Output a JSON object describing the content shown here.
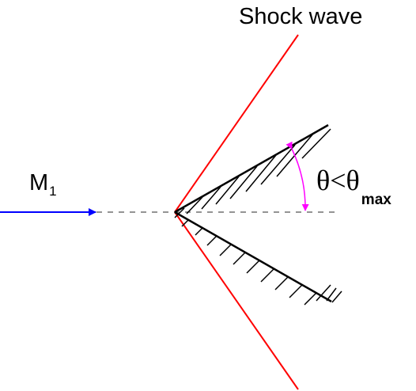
{
  "diagram": {
    "shock_label": "Shock wave",
    "mach_symbol": "M",
    "mach_subscript": "1",
    "angle_relation": "θ<θ",
    "angle_subscript": "max",
    "colors": {
      "shock": "#ff0000",
      "flow_arrow": "#0000ff",
      "angle_marker": "#ff00ff",
      "wedge": "#000000",
      "centerline": "#555555"
    }
  }
}
